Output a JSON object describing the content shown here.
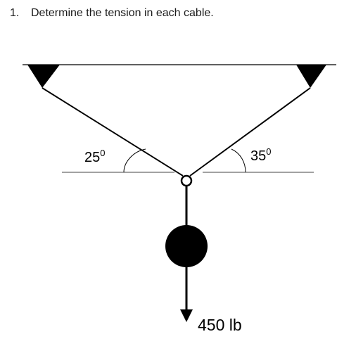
{
  "problem": {
    "number": "1.",
    "text": "Determine the tension in each cable."
  },
  "diagram": {
    "left_angle": {
      "value": "25",
      "superscript": "0"
    },
    "right_angle": {
      "value": "35",
      "superscript": "0"
    },
    "load_label": "450 lb",
    "colors": {
      "line": "#000000",
      "mass": "#000000",
      "ring_fill": "#ffffff",
      "reference_line": "#444444"
    }
  }
}
